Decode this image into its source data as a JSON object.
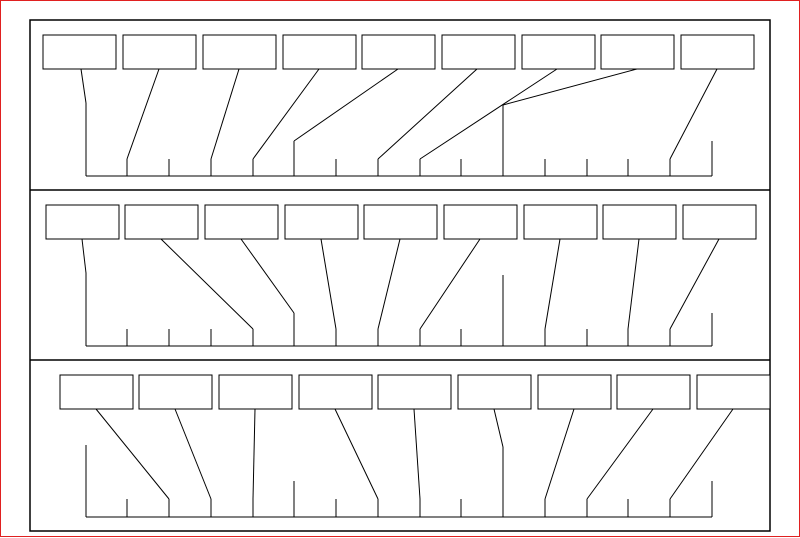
{
  "diagram": {
    "kind": "timeline-label-worksheet",
    "colors": {
      "frame": "#e02020",
      "ink": "#000000",
      "paper": "#ffffff"
    },
    "rows": [
      {
        "label_boxes": 9,
        "timeline_ticks": 16
      },
      {
        "label_boxes": 9,
        "timeline_ticks": 16
      },
      {
        "label_boxes": 9,
        "timeline_ticks": 16
      }
    ]
  }
}
